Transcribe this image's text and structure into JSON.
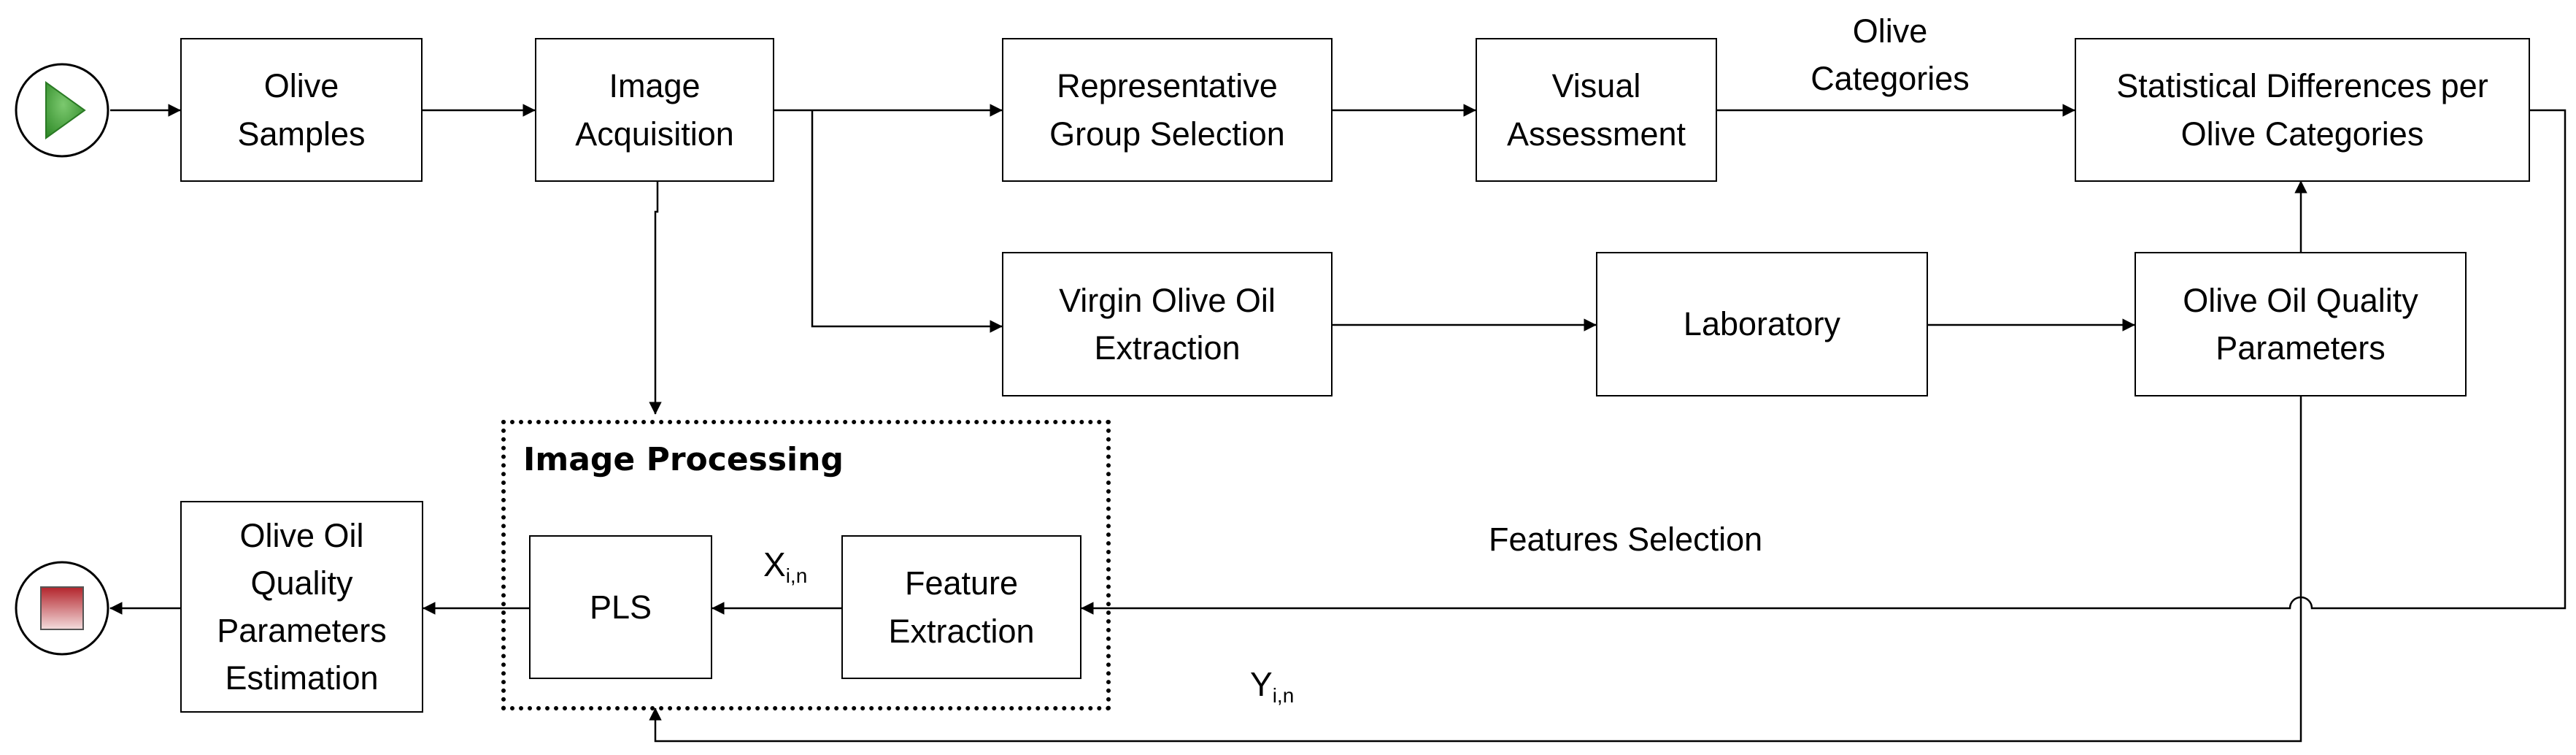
{
  "nodes": {
    "olive_samples": [
      "Olive",
      "Samples"
    ],
    "image_acquisition": [
      "Image",
      "Acquisition"
    ],
    "representative_group": [
      "Representative",
      "Group Selection"
    ],
    "visual_assessment": [
      "Visual",
      "Assessment"
    ],
    "statistical_differences": [
      "Statistical Differences per",
      "Olive Categories"
    ],
    "virgin_olive_oil_extraction": [
      "Virgin Olive Oil",
      "Extraction"
    ],
    "laboratory": [
      "Laboratory"
    ],
    "olive_oil_quality_parameters": [
      "Olive Oil Quality",
      "Parameters"
    ],
    "pls": [
      "PLS"
    ],
    "feature_extraction": [
      "Feature",
      "Extraction"
    ],
    "estimation": [
      "Olive Oil",
      "Quality",
      "Parameters",
      "Estimation"
    ]
  },
  "group": {
    "title": "Image Processing"
  },
  "edge_labels": {
    "olive_categories": [
      "Olive",
      "Categories"
    ],
    "features_selection": "Features Selection",
    "x_symbol": "X",
    "x_subscript": "i,n",
    "y_symbol": "Y",
    "y_subscript": "i,n"
  },
  "colors": {
    "start_green": "#3f9b35",
    "end_red": "#b3242b",
    "line": "#000000"
  },
  "icons": {
    "start": "play-start-icon",
    "end": "stop-end-icon"
  }
}
